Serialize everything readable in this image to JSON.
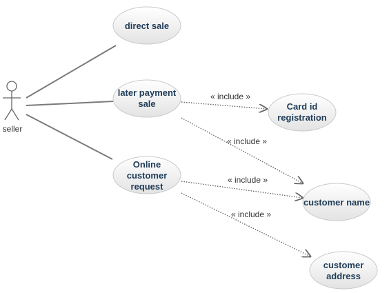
{
  "actor": {
    "name": "seller"
  },
  "use_cases": {
    "direct_sale": [
      "direct sale"
    ],
    "later_payment_sale": [
      "later payment",
      "sale"
    ],
    "online_customer_request": [
      "Online",
      "customer",
      "request"
    ],
    "card_id_registration": [
      "Card id",
      "registration"
    ],
    "customer_name": [
      "customer name"
    ],
    "customer_address": [
      "customer",
      "address"
    ]
  },
  "relations": {
    "include_label": "« include »"
  },
  "colors": {
    "use_case_fill_top": "#ffffff",
    "use_case_fill_bottom": "#e3e3e3",
    "use_case_text": "#1f3b57",
    "association_line": "#7a7a7a"
  }
}
